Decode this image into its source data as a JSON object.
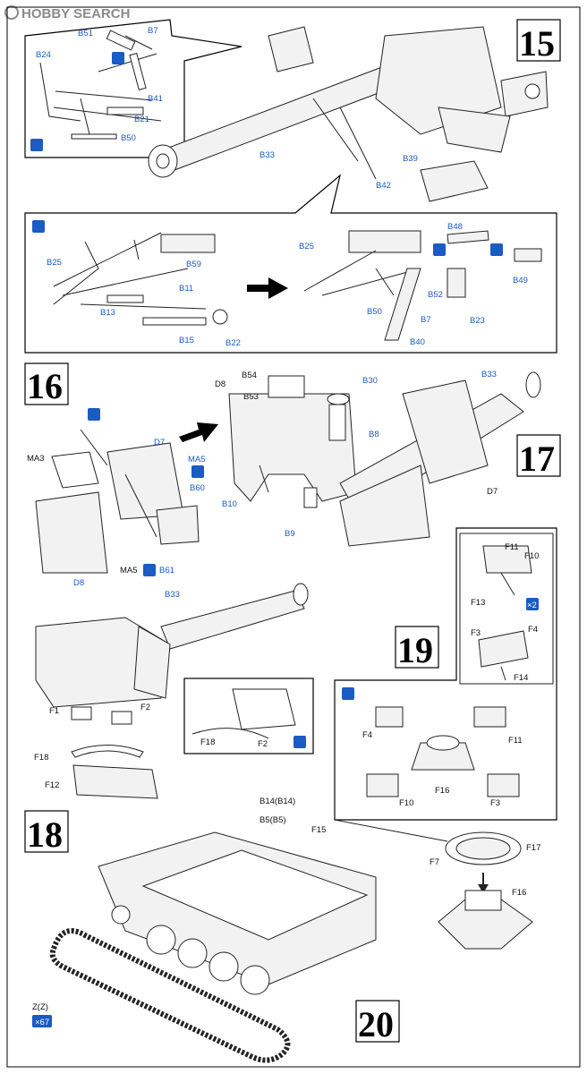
{
  "watermark": "HOBBY SEARCH",
  "steps": [
    "15",
    "16",
    "17",
    "18",
    "19",
    "20"
  ],
  "icons": {
    "glue": "glue-icon",
    "no_glue": "no-glue-icon",
    "movable": "movable-icon",
    "repeat2": "×2",
    "repeat67": "×67"
  },
  "colors": {
    "accent": "#1a5bc4",
    "line": "#222222"
  },
  "labels": {
    "s15": {
      "b51": "B51",
      "b7": "B7",
      "b24": "B24",
      "b41": "B41",
      "b21": "B21",
      "b50": "B50",
      "b33": "B33",
      "b39": "B39",
      "b42": "B42"
    },
    "s15b": {
      "b48": "B48",
      "b25": "B25",
      "b59": "B59",
      "b11": "B11",
      "b13": "B13",
      "b15": "B15",
      "b22": "B22",
      "b25r": "B25",
      "b49": "B49",
      "b52": "B52",
      "b23": "B23",
      "b50": "B50",
      "b7": "B7",
      "b40": "B40"
    },
    "s16": {
      "b54": "B54",
      "b30": "B30",
      "d8": "D8",
      "b53": "B53",
      "b8": "B8",
      "ma3": "MA3",
      "d7": "D7",
      "ma5": "MA5",
      "b60": "B60",
      "b10": "B10",
      "b9": "B9",
      "d8b": "D8",
      "ma5b": "MA5",
      "b61": "B61"
    },
    "s17": {
      "b33": "B33",
      "d7": "D7"
    },
    "s18": {
      "b33": "B33",
      "f1": "F1",
      "f2": "F2",
      "f18": "F18",
      "f12": "F12",
      "f18i": "F18",
      "f2i": "F2",
      "b14": "B14(B14)",
      "b5": "B5(B5)",
      "f15": "F15",
      "zz": "Z(Z)"
    },
    "s19": {
      "f11": "F11",
      "f10": "F10",
      "f13": "F13",
      "f3": "F3",
      "f4": "F4",
      "f14": "F14",
      "f4b": "F4",
      "f11b": "F11",
      "f16": "F16",
      "f10b": "F10",
      "f3b": "F3"
    },
    "s20": {
      "f17": "F17",
      "f7": "F7",
      "f16": "F16"
    }
  }
}
